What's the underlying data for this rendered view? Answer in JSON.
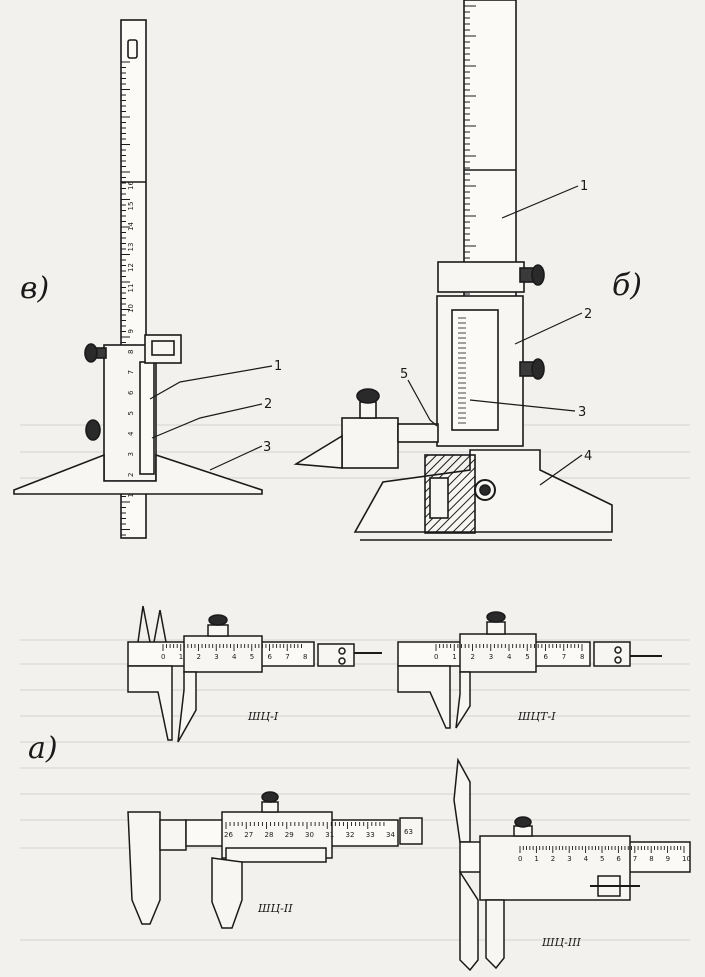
{
  "figure": {
    "panel_labels": {
      "a": "а)",
      "b": "б)",
      "v": "в)"
    },
    "callouts_v": [
      "1",
      "2",
      "3"
    ],
    "callouts_b": [
      "1",
      "2",
      "3",
      "4",
      "5"
    ],
    "captions": {
      "shc1": "ШЦ-I",
      "shct1": "ШЦТ-I",
      "shc2": "ШЦ-II",
      "shc3": "ШЦ-III"
    },
    "scales": {
      "depth_rule": [
        "16",
        "15",
        "14",
        "13",
        "12",
        "11",
        "10",
        "9",
        "8",
        "7",
        "6",
        "5",
        "4",
        "3",
        "2",
        "1"
      ],
      "shc1": [
        "0",
        "1",
        "2",
        "3",
        "4",
        "5",
        "6",
        "7",
        "8"
      ],
      "shct1": [
        "0",
        "1",
        "2",
        "3",
        "4",
        "5",
        "6",
        "7",
        "8"
      ],
      "shc2": [
        "26",
        "27",
        "28",
        "29",
        "30",
        "31",
        "32",
        "33",
        "34"
      ],
      "shc2_tag": "63",
      "shc3": [
        "0",
        "1",
        "2",
        "3",
        "4",
        "5",
        "6",
        "7",
        "8",
        "9",
        "10"
      ]
    }
  }
}
